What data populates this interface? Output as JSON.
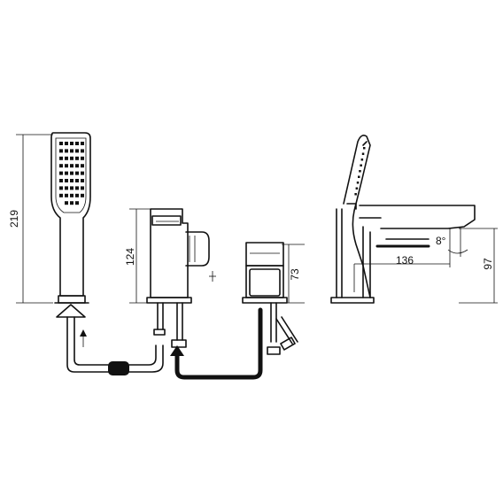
{
  "dimensions": {
    "shower_height": "219",
    "spout_unit_height": "124",
    "valve_height": "73",
    "spout_projection": "136",
    "spout_angle": "8°",
    "side_height": "97"
  }
}
